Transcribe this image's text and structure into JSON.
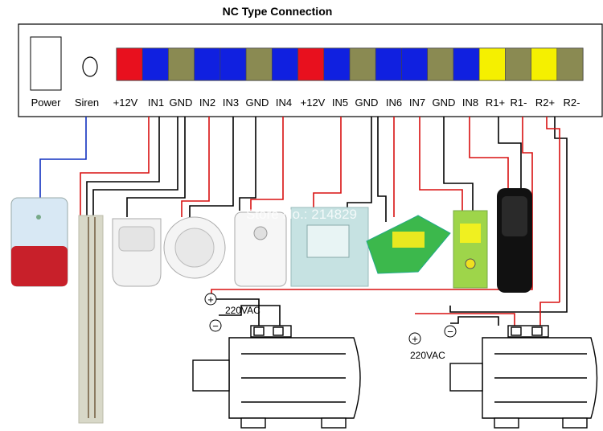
{
  "title": "NC Type Connection",
  "panel": {
    "power_label": "Power",
    "siren_label": "Siren"
  },
  "terminals": [
    {
      "label": "+12V",
      "color": "#e8101e"
    },
    {
      "label": "IN1",
      "color": "#1020e0"
    },
    {
      "label": "GND",
      "color": "#8a8a52"
    },
    {
      "label": "IN2",
      "color": "#1020e0"
    },
    {
      "label": "IN3",
      "color": "#1020e0"
    },
    {
      "label": "GND",
      "color": "#8a8a52"
    },
    {
      "label": "IN4",
      "color": "#1020e0"
    },
    {
      "label": "+12V",
      "color": "#e8101e"
    },
    {
      "label": "IN5",
      "color": "#1020e0"
    },
    {
      "label": "GND",
      "color": "#8a8a52"
    },
    {
      "label": "IN6",
      "color": "#1020e0"
    },
    {
      "label": "IN7",
      "color": "#1020e0"
    },
    {
      "label": "GND",
      "color": "#8a8a52"
    },
    {
      "label": "IN8",
      "color": "#1020e0"
    },
    {
      "label": "R1+",
      "color": "#f5f000"
    },
    {
      "label": "R1-",
      "color": "#8a8a52"
    },
    {
      "label": "R2+",
      "color": "#f5f000"
    },
    {
      "label": "R2-",
      "color": "#8a8a52"
    }
  ],
  "devices": [
    {
      "name": "siren-strobe"
    },
    {
      "name": "water-leak-sensor"
    },
    {
      "name": "pir-motion-detector"
    },
    {
      "name": "smoke-detector"
    },
    {
      "name": "gas-detector"
    },
    {
      "name": "panel-module"
    },
    {
      "name": "green-relay-module"
    },
    {
      "name": "din-rail-module"
    },
    {
      "name": "beam-detector"
    }
  ],
  "motors": [
    {
      "voltage_label": "220VAC",
      "plus": "+",
      "minus": "−"
    },
    {
      "voltage_label": "220VAC",
      "plus": "+",
      "minus": "−"
    }
  ],
  "watermark": "Store No.: 214829",
  "colors": {
    "wire_red": "#d81010",
    "wire_black": "#000000",
    "wire_blue": "#1030c0"
  }
}
